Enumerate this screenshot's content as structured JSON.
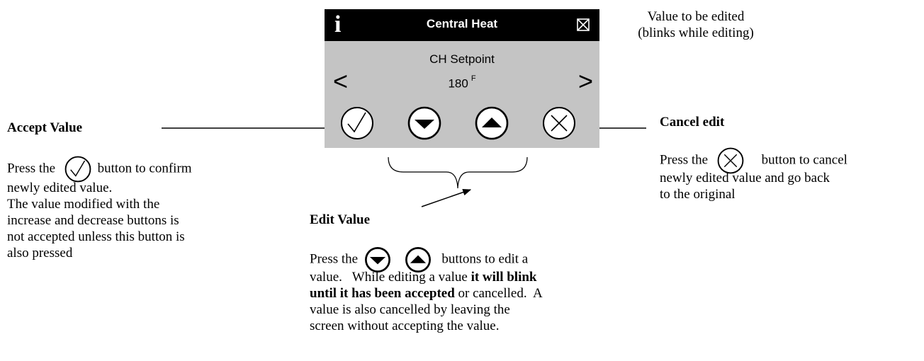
{
  "screen": {
    "title": "Central Heat",
    "info_glyph": "i",
    "setpoint_label": "CH Setpoint",
    "value": "180",
    "unit": "F",
    "prev_glyph": "<",
    "next_glyph": ">",
    "colors": {
      "title_bar": "#000000",
      "screen_bg": "#c4c4c4",
      "title_text": "#ffffff"
    },
    "icons": [
      "info-icon",
      "close-icon",
      "check-icon",
      "down-arrow-icon",
      "up-arrow-icon",
      "x-icon"
    ]
  },
  "callouts": {
    "value_note": {
      "line1": "Value to be edited",
      "line2": "(blinks while editing)"
    },
    "accept": {
      "heading": "Accept Value",
      "line1_pre": "Press the",
      "line1_post": "button to confirm",
      "line2": "newly edited value.",
      "line3": "The value modified with the",
      "line4": "increase and decrease buttons is",
      "line5": "not accepted unless this button is",
      "line6": "also pressed"
    },
    "cancel": {
      "heading": "Cancel edit",
      "line1_pre": "Press the",
      "line1_post": "button to cancel",
      "line2": "newly edited value and go back",
      "line3": "to the original"
    },
    "edit": {
      "heading": "Edit Value",
      "line1_pre": "Press the",
      "line1_post": "buttons to edit a",
      "line2_a": "value.   While editing a value ",
      "line2_b": "it will blink",
      "line3_a": "until it has been accepted",
      "line3_b": " or cancelled.  A",
      "line4": "value is also cancelled by leaving the",
      "line5": "screen without accepting the value."
    }
  }
}
